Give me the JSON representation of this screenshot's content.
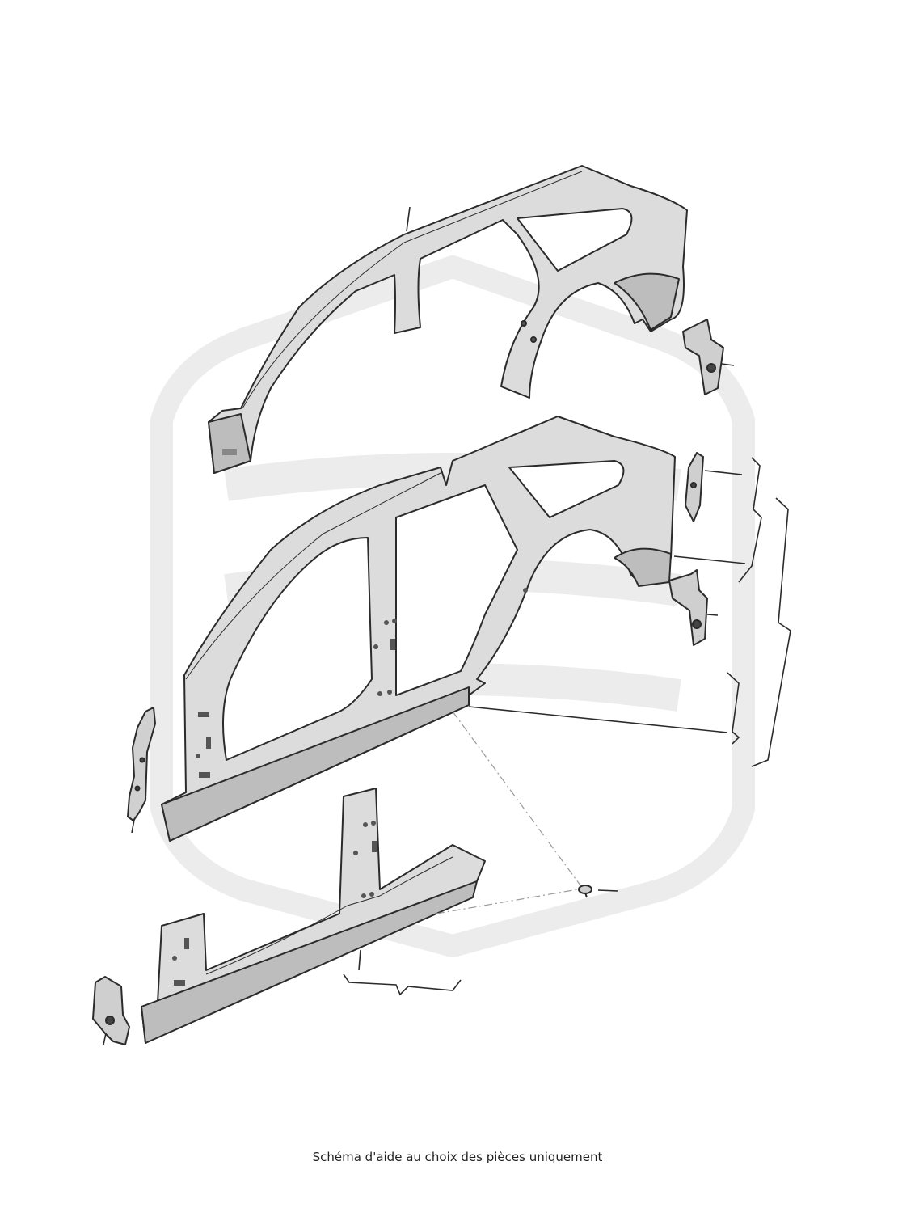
{
  "caption": "Schéma d'aide au choix des pièces uniquement",
  "colors": {
    "panel_fill": "#dcdcdc",
    "panel_shade": "#bdbdbd",
    "outline": "#2b2b2b",
    "watermark": "#ececec",
    "opening": "#ffffff"
  },
  "parts": [
    {
      "name": "upper-side-frame-panel"
    },
    {
      "name": "rear-upper-bracket"
    },
    {
      "name": "complete-side-panel"
    },
    {
      "name": "rear-upper-small-bracket"
    },
    {
      "name": "rear-lower-bracket"
    },
    {
      "name": "front-pillar-reinforcement"
    },
    {
      "name": "sill-and-b-pillar-panel"
    },
    {
      "name": "front-lower-bracket"
    },
    {
      "name": "fastener-clip"
    }
  ]
}
